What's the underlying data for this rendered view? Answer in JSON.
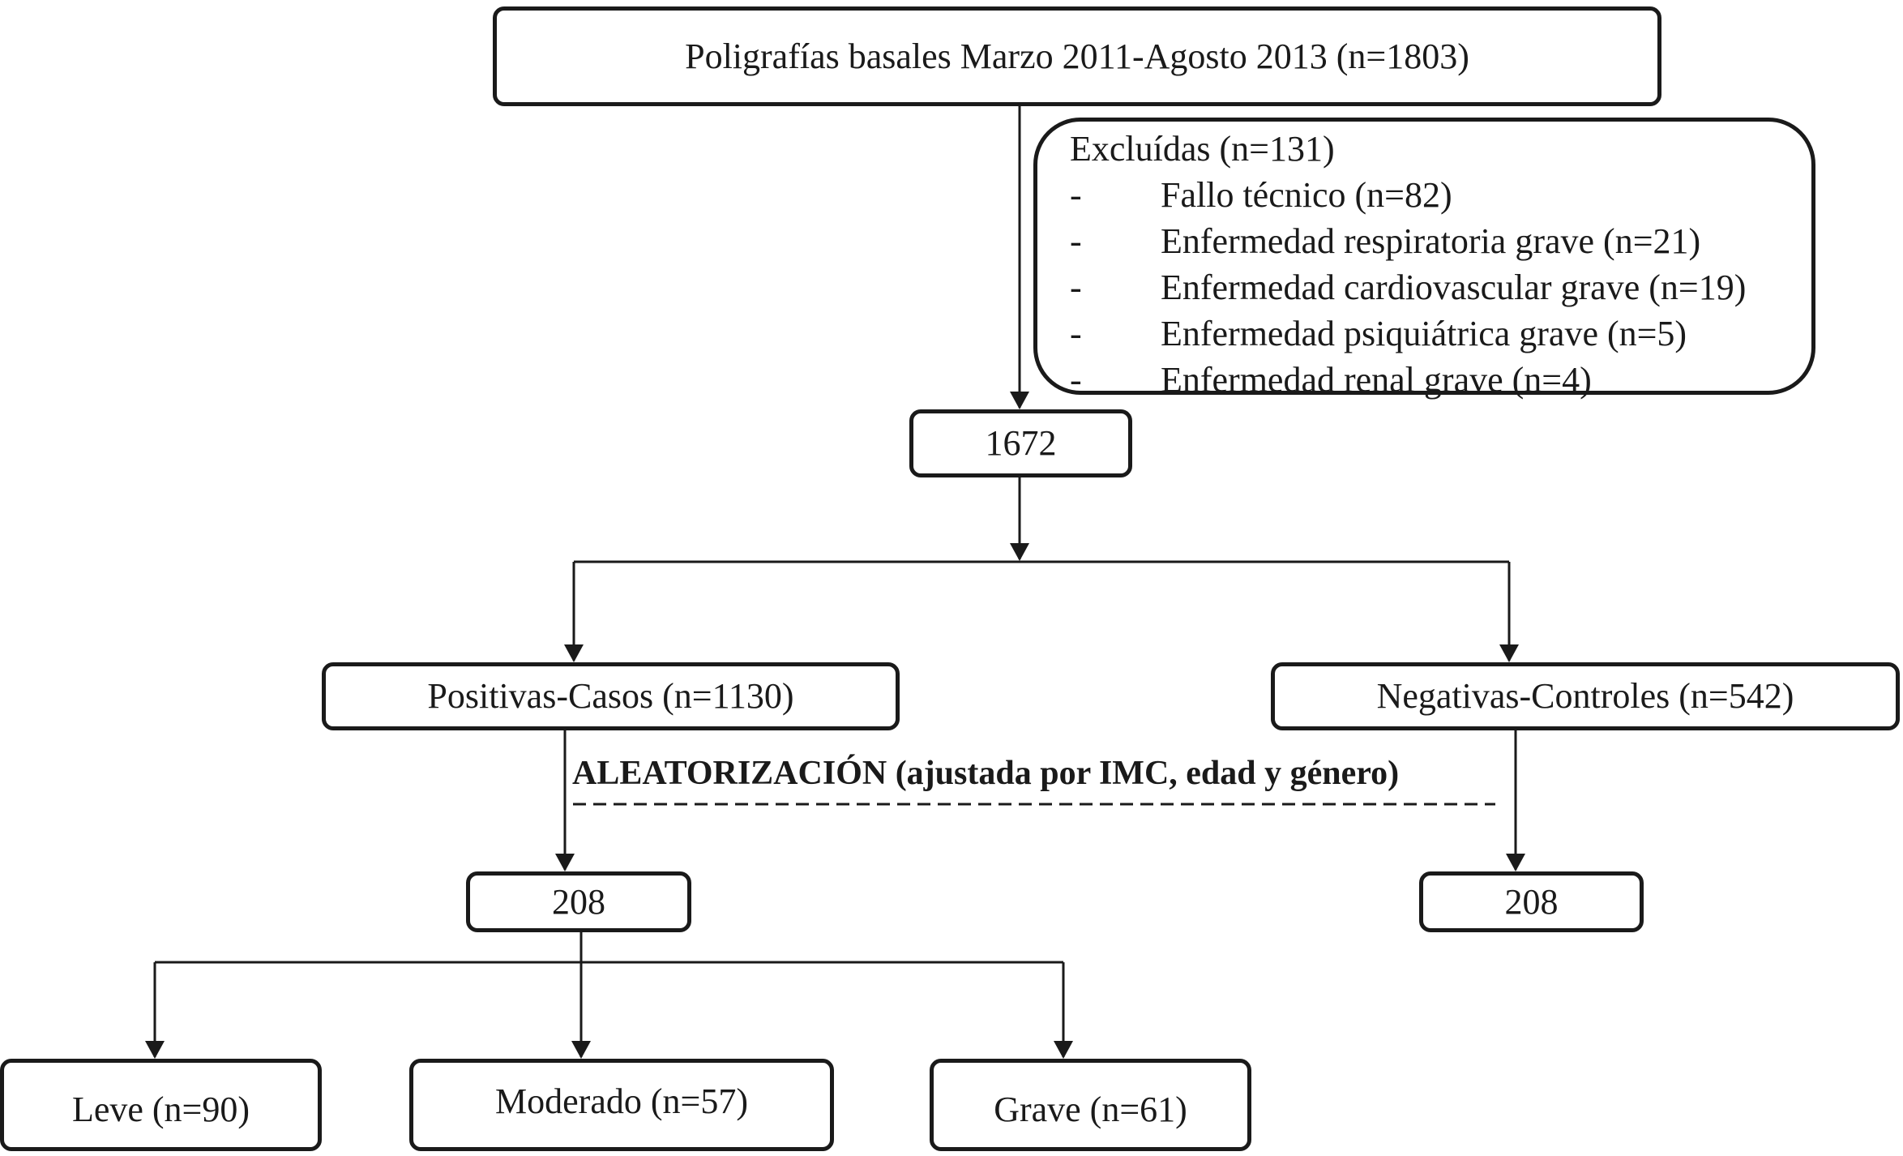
{
  "baseline": {
    "label": "Poligrafías basales Marzo 2011-Agosto 2013 (n=1803)"
  },
  "excluded": {
    "title": "Excluídas (n=131)",
    "items": [
      {
        "marker": "-",
        "label": "Fallo técnico (n=82)"
      },
      {
        "marker": "-",
        "label": "Enfermedad respiratoria grave (n=21)"
      },
      {
        "marker": "-",
        "label": "Enfermedad cardiovascular grave (n=19)"
      },
      {
        "marker": "-",
        "label": "Enfermedad psiquiátrica grave (n=5)"
      },
      {
        "marker": "-",
        "label": "Enfermedad renal grave (n=4)"
      }
    ]
  },
  "included": {
    "label": "1672"
  },
  "positive": {
    "label": "Positivas-Casos (n=1130)"
  },
  "negative": {
    "label": "Negativas-Controles (n=542)"
  },
  "randomization": {
    "label": "ALEATORIZACIÓN (ajustada por IMC, edad  y género)"
  },
  "cases_sample": {
    "label": "208"
  },
  "controls_sample": {
    "label": "208"
  },
  "severity": {
    "mild": {
      "label": "Leve (n=90)"
    },
    "moderate": {
      "label": "Moderado (n=57)"
    },
    "severe": {
      "label": "Grave (n=61)"
    }
  },
  "colors": {
    "stroke": "#1a1a1a",
    "background": "#ffffff"
  }
}
